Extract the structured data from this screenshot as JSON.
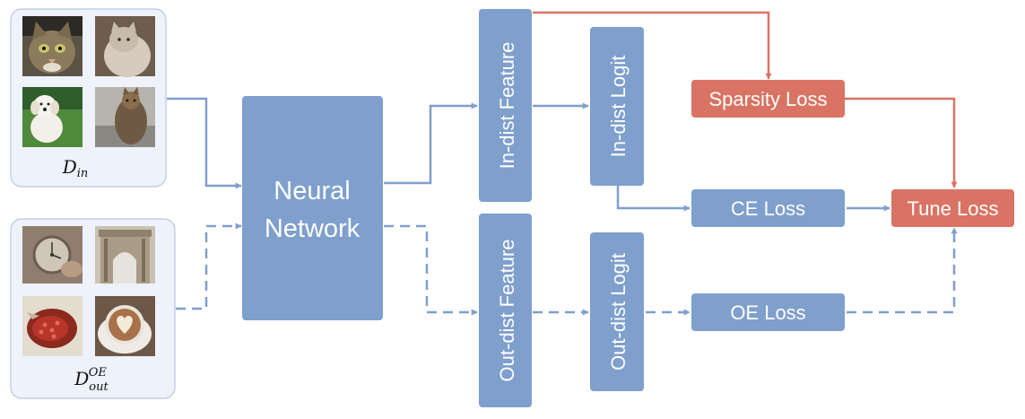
{
  "colors": {
    "block_blue": "#7f9fcc",
    "block_red": "#d97363",
    "arrow_blue": "#7f9fcc",
    "arrow_red": "#d97363",
    "panel_bg": "#eef2fa",
    "panel_border": "#b9c7e0"
  },
  "datasets": {
    "in": {
      "symbol": "D",
      "subscript": "in",
      "superscript": "",
      "images": [
        "cat-face-photo",
        "persian-cat-photo",
        "white-puppy-photo",
        "yorkshire-terrier-photo"
      ]
    },
    "out": {
      "symbol": "D",
      "subscript": "out",
      "superscript": "OE",
      "images": [
        "pocket-watch-photo",
        "arch-monument-photo",
        "pomegranate-photo",
        "latte-art-photo"
      ]
    }
  },
  "nodes": {
    "network_line1": "Neural",
    "network_line2": "Network",
    "in_feature": "In-dist Feature",
    "out_feature": "Out-dist Feature",
    "in_logit": "In-dist Logit",
    "out_logit": "Out-dist Logit",
    "sparsity_loss": "Sparsity Loss",
    "ce_loss": "CE Loss",
    "oe_loss": "OE Loss",
    "tune_loss": "Tune Loss"
  }
}
